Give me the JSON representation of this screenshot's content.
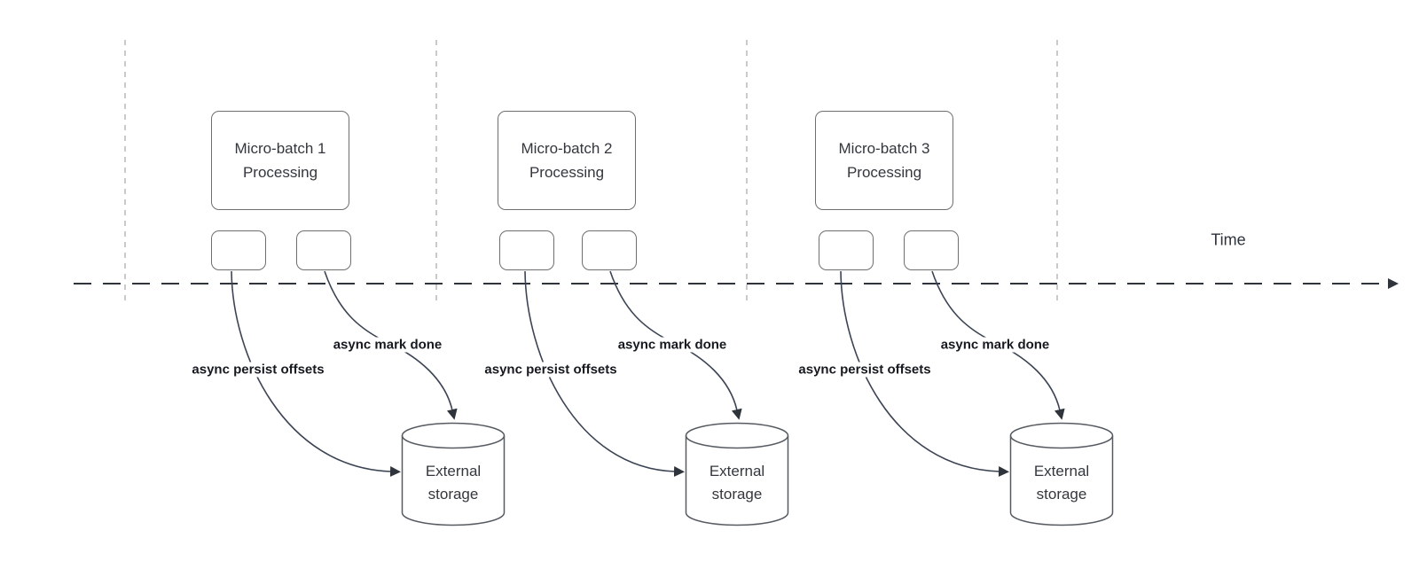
{
  "timeline": {
    "label": "Time"
  },
  "clusters": [
    {
      "box_title_line1": "Micro-batch 1",
      "box_title_line2": "Processing",
      "persist_arrow_label": "async persist offsets",
      "done_arrow_label": "async mark done",
      "storage_line1": "External",
      "storage_line2": "storage"
    },
    {
      "box_title_line1": "Micro-batch 2",
      "box_title_line2": "Processing",
      "persist_arrow_label": "async persist offsets",
      "done_arrow_label": "async mark done",
      "storage_line1": "External",
      "storage_line2": "storage"
    },
    {
      "box_title_line1": "Micro-batch 3",
      "box_title_line2": "Processing",
      "persist_arrow_label": "async persist offsets",
      "done_arrow_label": "async mark done",
      "storage_line1": "External",
      "storage_line2": "storage"
    }
  ],
  "colors": {
    "background": "#ffffff",
    "box_stroke": "#6e6e6e",
    "cylinder_stroke": "#565b61",
    "connector_stroke": "#3c4454",
    "timeline_stroke": "#2f343c",
    "guide_stroke": "#b9b9b9",
    "edge_label_text": "#16191f",
    "box_text": "#33373d"
  }
}
